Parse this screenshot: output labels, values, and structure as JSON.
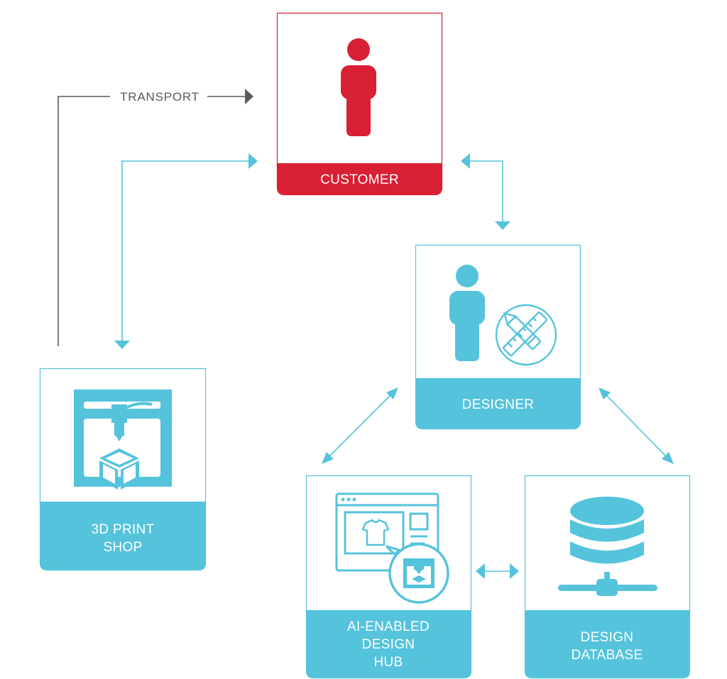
{
  "colors": {
    "accent_red": "#d91f34",
    "accent_blue": "#55c3dc",
    "neutral_gray": "#595a5c",
    "background": "#ffffff"
  },
  "transport": {
    "label": "TRANSPORT"
  },
  "nodes": {
    "customer": {
      "label": "CUSTOMER",
      "icon": "person-icon"
    },
    "designer": {
      "label": "DESIGNER",
      "icon": "person-with-pencil-ruler-icon"
    },
    "print_shop": {
      "label_lines": [
        "3D PRINT",
        "SHOP"
      ],
      "icon": "3d-printer-icon"
    },
    "design_hub": {
      "label_lines": [
        "AI-ENABLED",
        "DESIGN",
        "HUB"
      ],
      "icon": "browser-window-with-printer-icon"
    },
    "design_database": {
      "label_lines": [
        "DESIGN",
        "DATABASE"
      ],
      "icon": "database-server-icon"
    }
  }
}
